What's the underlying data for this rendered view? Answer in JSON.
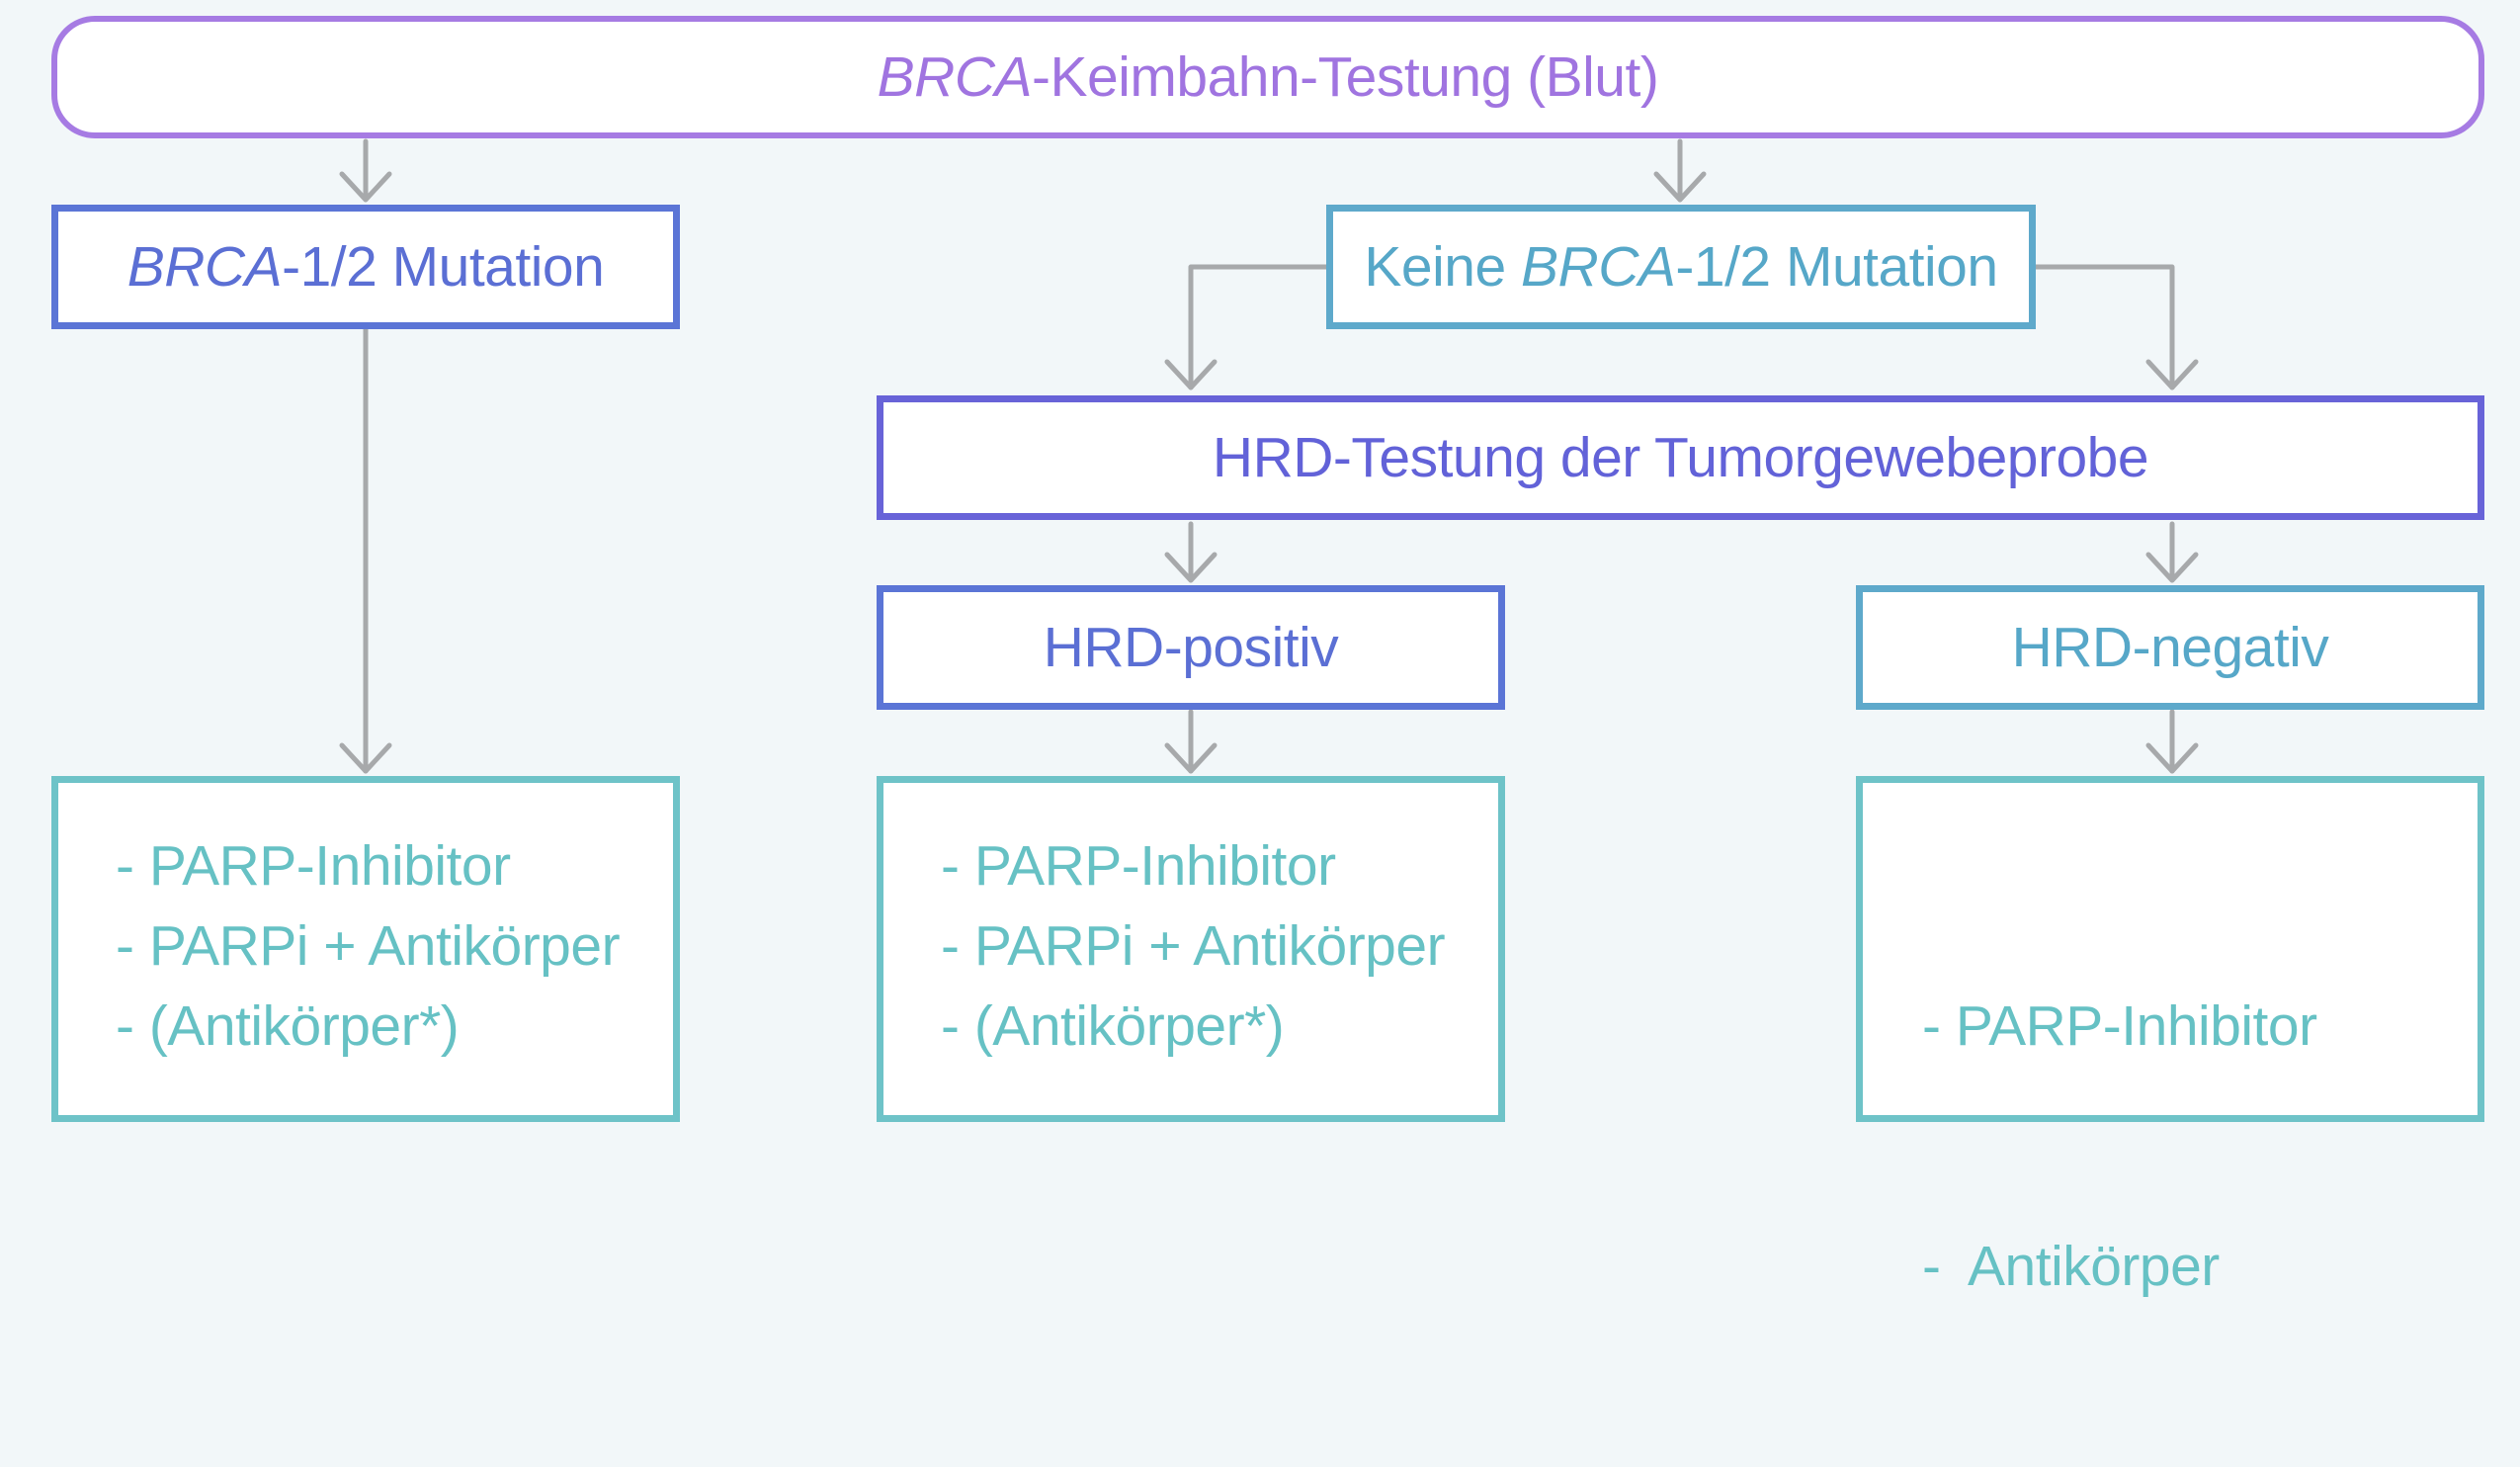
{
  "colors": {
    "background": "#f2f7f9",
    "connector": "#a7a9ab",
    "top_border": "#a67be3",
    "mutation_border": "#5b75d6",
    "no_mutation_border": "#5ea9cb",
    "hrd_test_border": "#6863d8",
    "therapy_border": "#6ec3c8"
  },
  "nodes": {
    "top": {
      "italic": "BRCA",
      "rest": "-Keimbahn-Testung (Blut)"
    },
    "mutation": {
      "italic": "BRCA",
      "rest": "-1/2 Mutation"
    },
    "no_mutation": {
      "prefix": "Keine ",
      "italic": "BRCA",
      "rest": "-1/2 Mutation"
    },
    "hrd_test": {
      "label": "HRD-Testung der Tumorgewebeprobe"
    },
    "hrd_positive": {
      "label": "HRD-positiv"
    },
    "hrd_negative": {
      "label": "HRD-negativ"
    }
  },
  "therapies": {
    "mutation": [
      "- PARP-Inhibitor",
      "- PARPi + Antikörper",
      "- (Antikörper*)"
    ],
    "hrd_positive": [
      "- PARP-Inhibitor",
      "- PARPi + Antikörper",
      "- (Antikörper*)"
    ],
    "hrd_negative": [
      "- PARP-Inhibitor",
      "-  Antikörper"
    ]
  }
}
